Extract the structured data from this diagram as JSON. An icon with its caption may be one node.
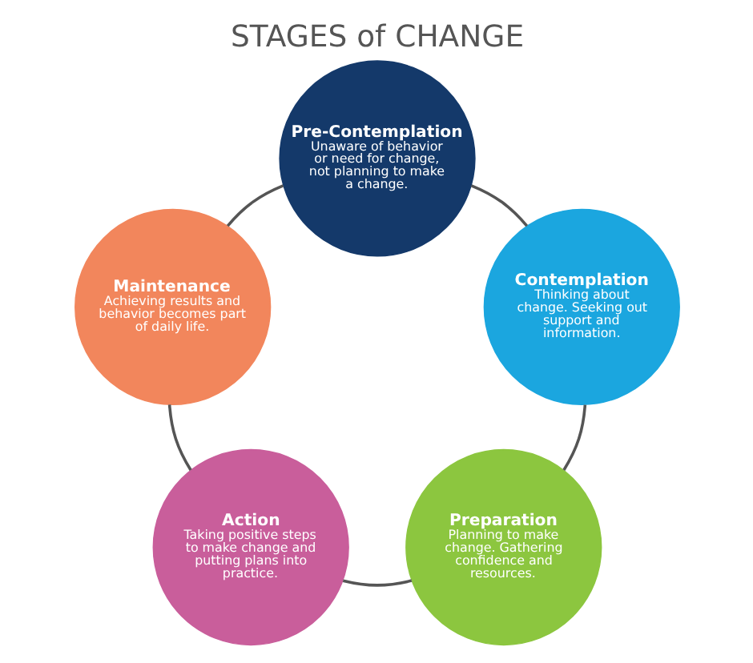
{
  "diagram": {
    "title": "STAGES of CHANGE",
    "nodes": [
      {
        "text": [
          "Pre-Contemplation",
          "Unaware of behavior or need for change, not planning to make a change."
        ]
      },
      {
        "text": [
          "Contemplation",
          "Thinking about change. Seeking out support and information."
        ]
      },
      {
        "text": [
          "Preparation",
          "Planning to make change. Gathering confidence and resources."
        ]
      },
      {
        "text": [
          "Action",
          "Taking positive steps to make change and putting plans into practice."
        ]
      },
      {
        "text": [
          "Maintenance",
          "Achieving results and behavior becomes part of daily life."
        ]
      }
    ],
    "edges": [
      {
        "from": 0,
        "to": 1,
        "arrow": "none"
      },
      {
        "from": 1,
        "to": 2,
        "arrow": "none"
      },
      {
        "from": 2,
        "to": 3,
        "arrow": "none"
      },
      {
        "from": 3,
        "to": 4,
        "arrow": "none"
      },
      {
        "from": 4,
        "to": 0,
        "arrow": "none"
      }
    ]
  }
}
